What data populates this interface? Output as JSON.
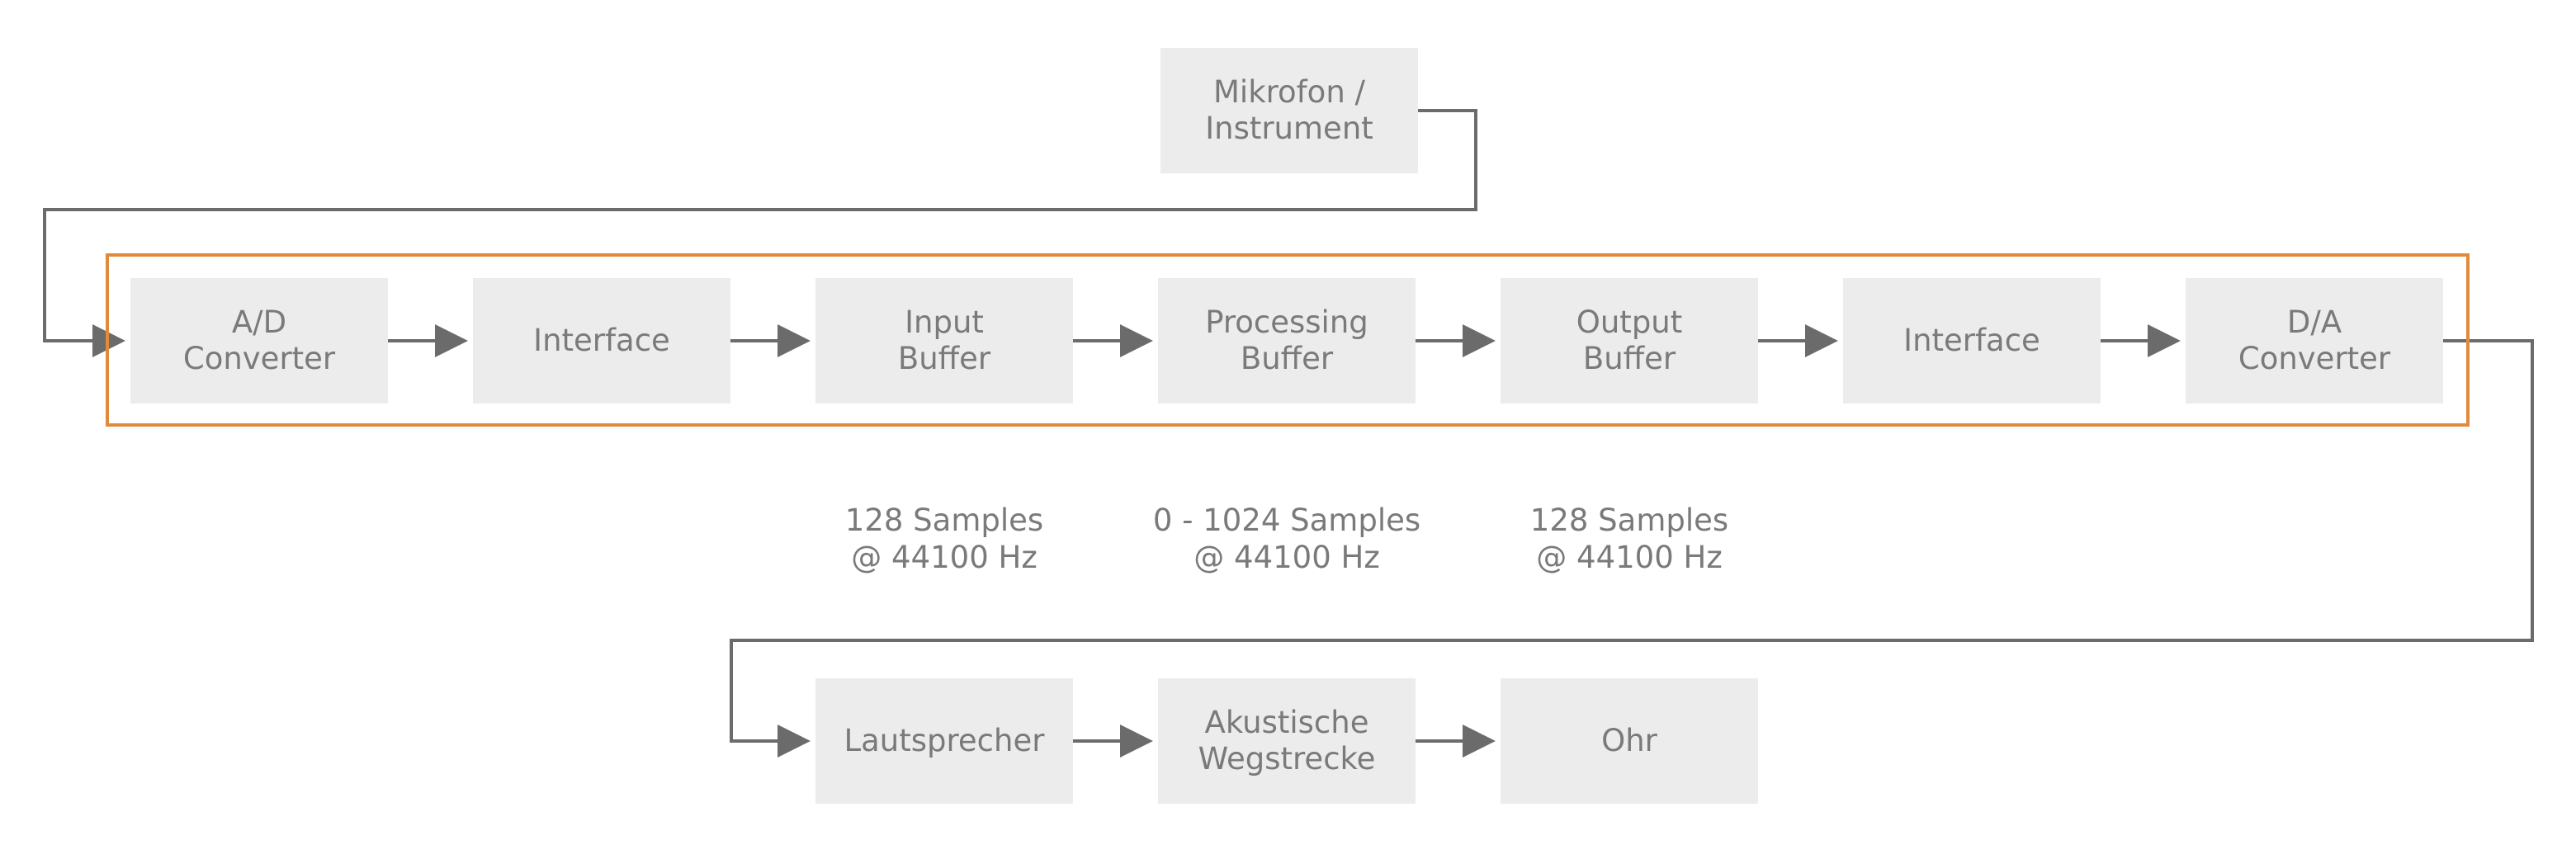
{
  "colors": {
    "box_fill": "#ececec",
    "text": "#7a7a7a",
    "connector": "#6b6b6b",
    "frame": "#e08a3c"
  },
  "source": {
    "label": "Mikrofon /\nInstrument"
  },
  "chain": [
    {
      "label": "A/D\nConverter"
    },
    {
      "label": "Interface"
    },
    {
      "label": "Input\nBuffer"
    },
    {
      "label": "Processing\nBuffer"
    },
    {
      "label": "Output\nBuffer"
    },
    {
      "label": "Interface"
    },
    {
      "label": "D/A\nConverter"
    }
  ],
  "buffer_notes": [
    {
      "label": "128 Samples\n@ 44100 Hz"
    },
    {
      "label": "0 - 1024  Samples\n@ 44100 Hz"
    },
    {
      "label": "128 Samples\n@ 44100 Hz"
    }
  ],
  "output_chain": [
    {
      "label": "Lautsprecher"
    },
    {
      "label": "Akustische\nWegstrecke"
    },
    {
      "label": "Ohr"
    }
  ]
}
